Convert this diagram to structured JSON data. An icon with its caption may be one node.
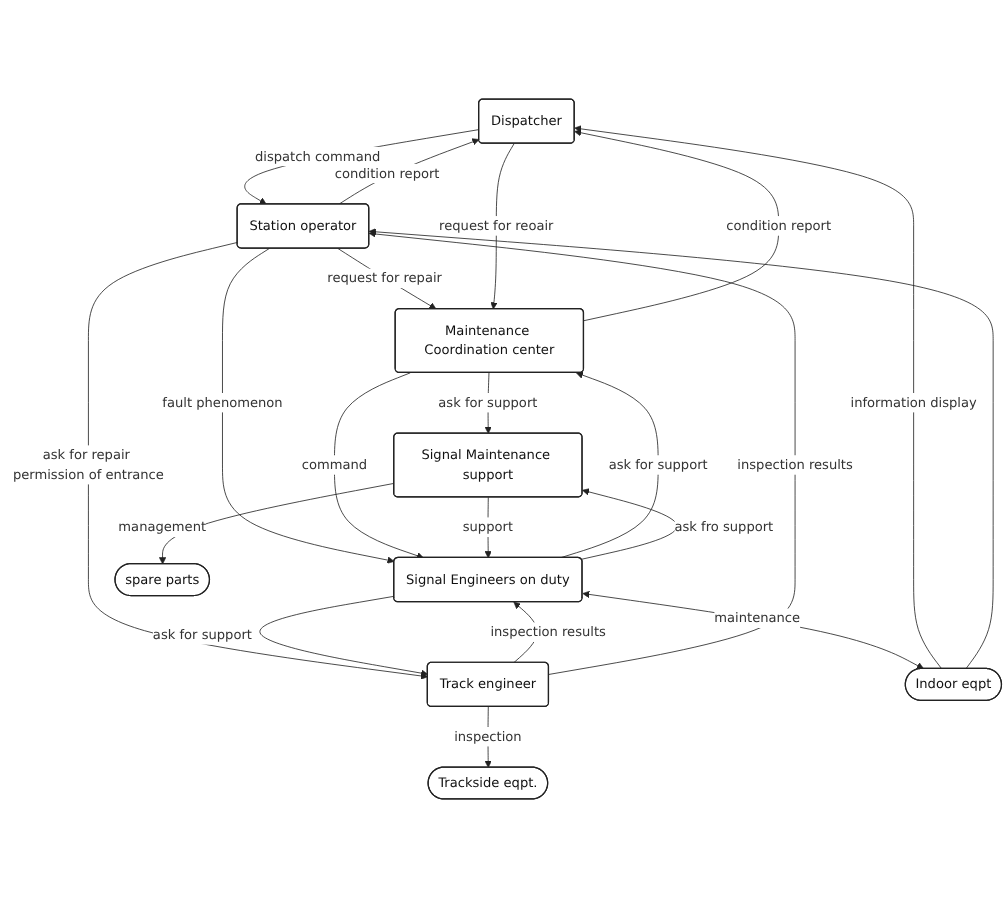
{
  "diagram": {
    "nodes": [
      {
        "text": [
          "Dispatcher"
        ]
      },
      {
        "text": [
          "Station operator"
        ]
      },
      {
        "text": [
          "Maintenance Coordination center"
        ]
      },
      {
        "text": [
          "Track engineer"
        ]
      },
      {
        "text": [
          "Signal Maintenance support"
        ]
      },
      {
        "text": [
          "Signal Engineers on duty"
        ]
      },
      {
        "text": [
          "Trackside eqpt."
        ]
      },
      {
        "text": [
          "spare parts"
        ]
      },
      {
        "text": [
          "Indoor eqpt"
        ]
      }
    ],
    "edges": [
      {
        "from": 0,
        "to": 1,
        "arrow": "to",
        "label": "dispatch command"
      },
      {
        "from": 1,
        "to": 2,
        "arrow": "to",
        "label": "request for repair"
      },
      {
        "from": 1,
        "to": 3,
        "arrow": "to",
        "label": "ask for repair permission of entrance"
      },
      {
        "from": 1,
        "to": 5,
        "arrow": "to",
        "label": "fault phenomenon"
      },
      {
        "from": 0,
        "to": 2,
        "arrow": "to",
        "label": "request for reoair"
      },
      {
        "from": 2,
        "to": 4,
        "arrow": "to",
        "label": "ask for support"
      },
      {
        "from": 2,
        "to": 5,
        "arrow": "to",
        "label": "command"
      },
      {
        "from": 4,
        "to": 5,
        "arrow": "to",
        "label": "support"
      },
      {
        "from": 4,
        "to": 7,
        "arrow": "to",
        "label": "management"
      },
      {
        "from": 3,
        "to": 5,
        "arrow": "to",
        "label": "inspection results"
      },
      {
        "from": 3,
        "to": 6,
        "arrow": "to",
        "label": "inspection"
      },
      {
        "from": 5,
        "to": 8,
        "arrow": "both",
        "label": "maintenance"
      },
      {
        "from": 2,
        "to": 0,
        "arrow": "to",
        "label": "condition report"
      },
      {
        "from": 1,
        "to": 0,
        "arrow": "to",
        "label": "condition report"
      },
      {
        "from": 8,
        "to": 0,
        "arrow": "to",
        "label": "information display"
      },
      {
        "from": 8,
        "to": 1,
        "arrow": "to"
      },
      {
        "from": 3,
        "to": 1,
        "arrow": "to",
        "label": "inspection results"
      },
      {
        "from": 5,
        "to": 2,
        "arrow": "to",
        "label": "ask for support"
      },
      {
        "from": 5,
        "to": 4,
        "arrow": "to",
        "label": "ask fro support"
      },
      {
        "from": 5,
        "to": 3,
        "arrow": "to",
        "label": "ask for support"
      }
    ]
  }
}
